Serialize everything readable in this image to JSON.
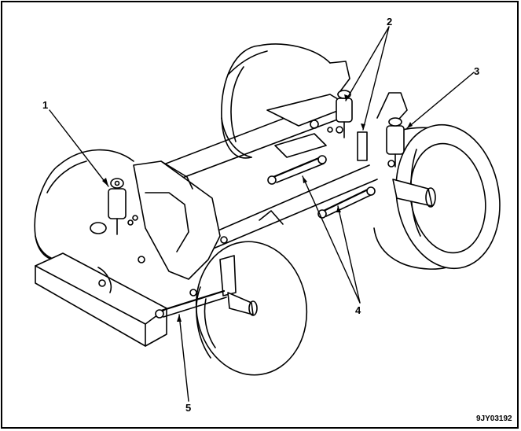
{
  "callouts": {
    "c1": "1",
    "c2": "2",
    "c3": "3",
    "c4": "4",
    "c5": "5"
  },
  "figure_code": "9JY03192",
  "colors": {
    "line": "#000000",
    "background": "#ffffff"
  }
}
